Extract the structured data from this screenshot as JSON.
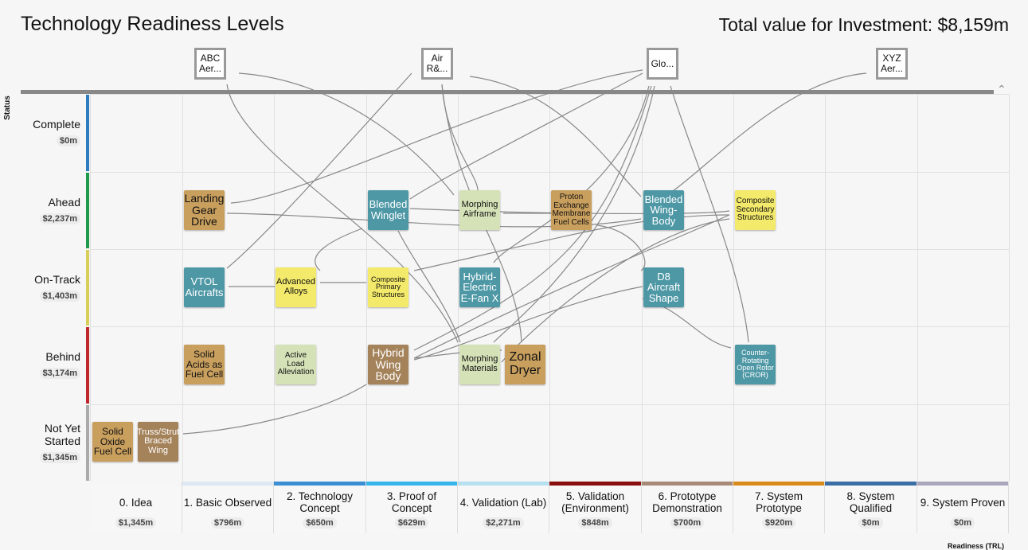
{
  "title": "Technology Readiness Levels",
  "total": "Total value for Investment: $8,159m",
  "status_axis": "Status",
  "readiness_axis": "Readiness (TRL)",
  "investors": [
    "ABC\nAer...",
    "Air\nR&...",
    "Glo...",
    "XYZ\nAer..."
  ],
  "rows": [
    {
      "label": "Complete",
      "value": "$0m",
      "color": "#2f7bbf"
    },
    {
      "label": "Ahead",
      "value": "$2,237m",
      "color": "#1f9a4a"
    },
    {
      "label": "On-Track",
      "value": "$1,403m",
      "color": "#d8cf5a"
    },
    {
      "label": "Behind",
      "value": "$3,174m",
      "color": "#c0272d"
    },
    {
      "label": "Not Yet Started",
      "value": "$1,345m",
      "color": "#aaaaaa"
    }
  ],
  "columns": [
    {
      "label": "0. Idea",
      "value": "$1,345m",
      "color": "#f6f6f6"
    },
    {
      "label": "1. Basic Observed",
      "value": "$796m",
      "color": "#dde8f2"
    },
    {
      "label": "2. Technology Concept",
      "value": "$650m",
      "color": "#3a8fd4"
    },
    {
      "label": "3. Proof of Concept",
      "value": "$629m",
      "color": "#36b5ea"
    },
    {
      "label": "4. Validation (Lab)",
      "value": "$2,271m",
      "color": "#b6e0f0"
    },
    {
      "label": "5. Validation (Environment)",
      "value": "$848m",
      "color": "#8a1010"
    },
    {
      "label": "6. Prototype Demonstration",
      "value": "$700m",
      "color": "#a88a78"
    },
    {
      "label": "7. System Prototype",
      "value": "$920m",
      "color": "#d98a1a"
    },
    {
      "label": "8. System Qualified",
      "value": "$0m",
      "color": "#3a6ea5"
    },
    {
      "label": "9. System Proven",
      "value": "$0m",
      "color": "#aaa6bb"
    }
  ],
  "colors": {
    "tan": "#c99f5e",
    "teal": "#4e98a6",
    "lightgreen": "#d5e2b8",
    "yellow": "#f3e96a",
    "brown": "#a4825a"
  },
  "technologies": [
    {
      "name": "Landing Gear Drive",
      "color": "tan"
    },
    {
      "name": "Blended Winglet",
      "color": "teal"
    },
    {
      "name": "Morphing Airframe",
      "color": "lightgreen"
    },
    {
      "name": "Proton Exchange Membrane Fuel Cells",
      "color": "tan"
    },
    {
      "name": "Blended Wing-Body",
      "color": "teal"
    },
    {
      "name": "Composite Secondary Structures",
      "color": "yellow"
    },
    {
      "name": "VTOL Aircrafts",
      "color": "teal"
    },
    {
      "name": "Advanced Alloys",
      "color": "yellow"
    },
    {
      "name": "Composite Primary Structures",
      "color": "yellow"
    },
    {
      "name": "Hybrid-Electric E-Fan X",
      "color": "teal"
    },
    {
      "name": "D8 Aircraft Shape",
      "color": "teal"
    },
    {
      "name": "Solid Acids as Fuel Cell",
      "color": "tan"
    },
    {
      "name": "Active Load Alleviation",
      "color": "lightgreen"
    },
    {
      "name": "Hybrid Wing Body",
      "color": "brown"
    },
    {
      "name": "Morphing Materials",
      "color": "lightgreen"
    },
    {
      "name": "Zonal Dryer",
      "color": "tan"
    },
    {
      "name": "Counter-Rotating Open Rotor (CROR)",
      "color": "teal"
    },
    {
      "name": "Solid Oxide Fuel Cell",
      "color": "tan"
    },
    {
      "name": "Truss/Strut Braced Wing",
      "color": "brown"
    }
  ]
}
